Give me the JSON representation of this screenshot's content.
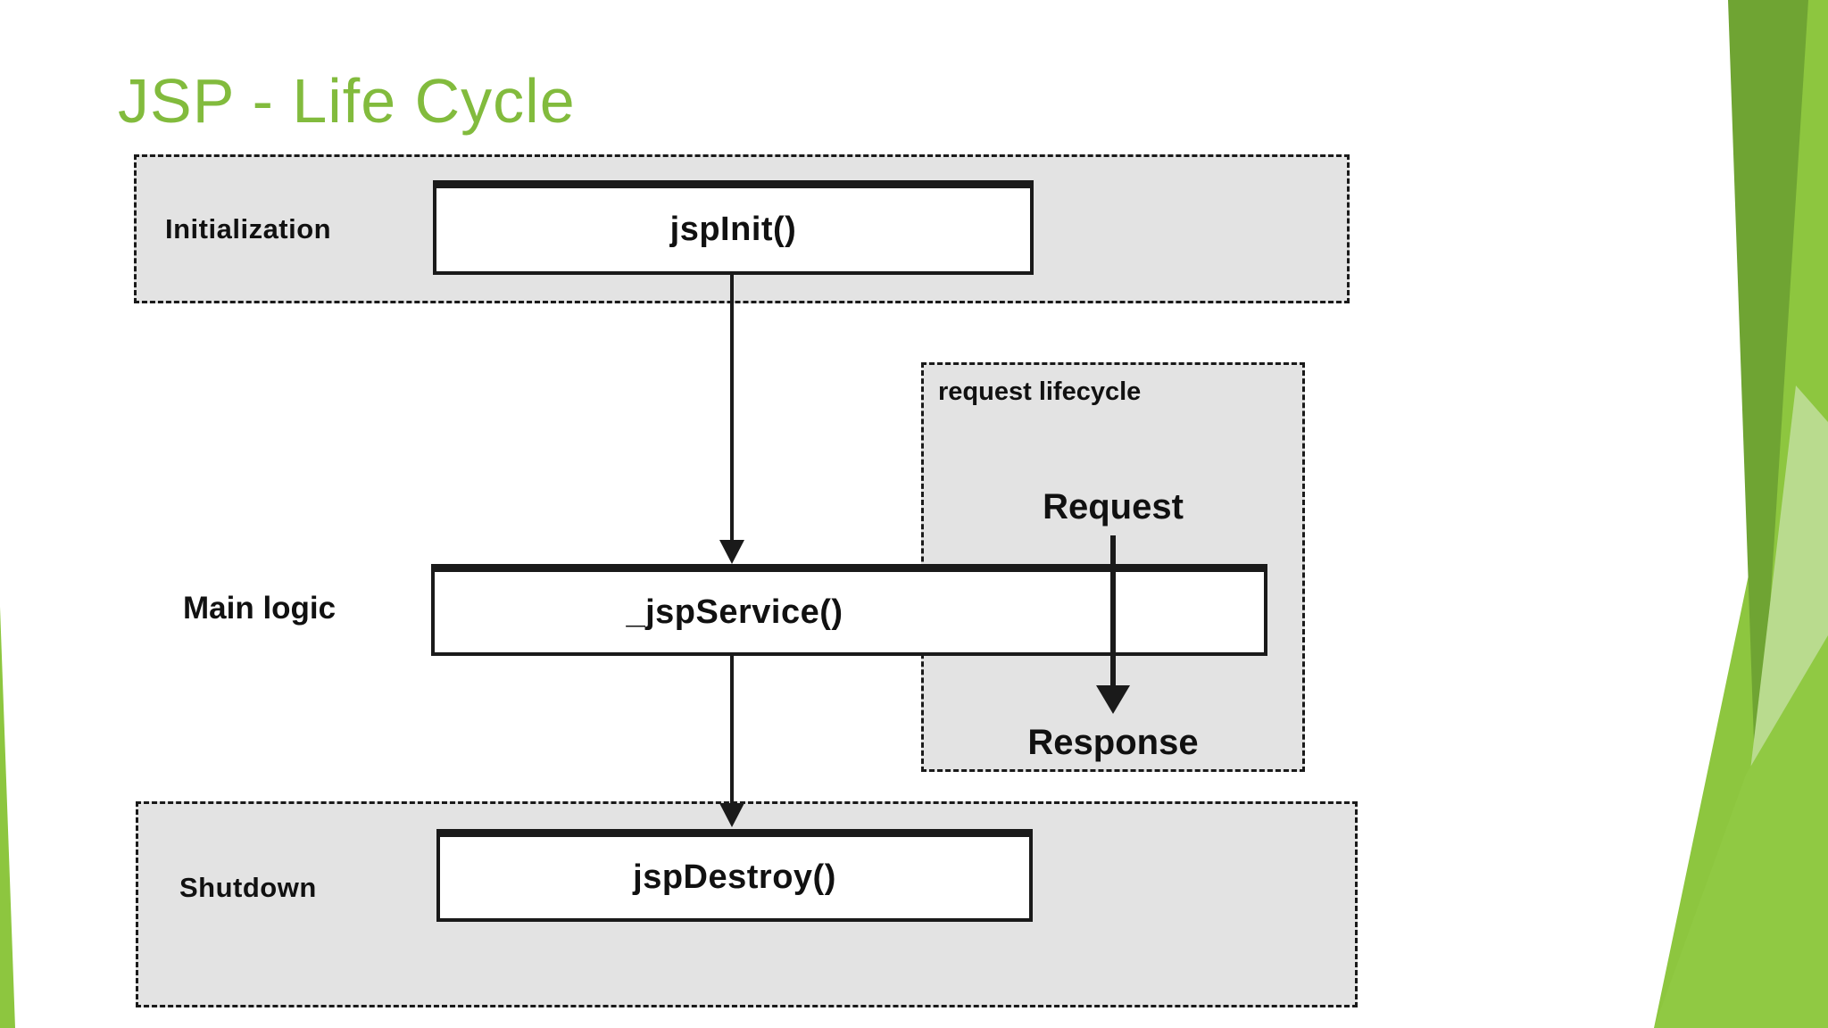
{
  "slide": {
    "title": "JSP - Life Cycle"
  },
  "diagram": {
    "initialization": {
      "label": "Initialization",
      "method": "jspInit()"
    },
    "main_logic": {
      "label": "Main logic",
      "method": "_jspService()"
    },
    "shutdown": {
      "label": "Shutdown",
      "method": "jspDestroy()"
    },
    "request_lifecycle": {
      "label": "request lifecycle",
      "request_label": "Request",
      "response_label": "Response"
    }
  },
  "colors": {
    "title_green": "#82bb3d",
    "deco_dark": "#6fa433",
    "deco_mid": "#8dc63f",
    "deco_fan": "#90c943",
    "deco_pale": "#b9db8e",
    "box_gray": "#e3e3e3",
    "line_black": "#1a1a1a"
  }
}
